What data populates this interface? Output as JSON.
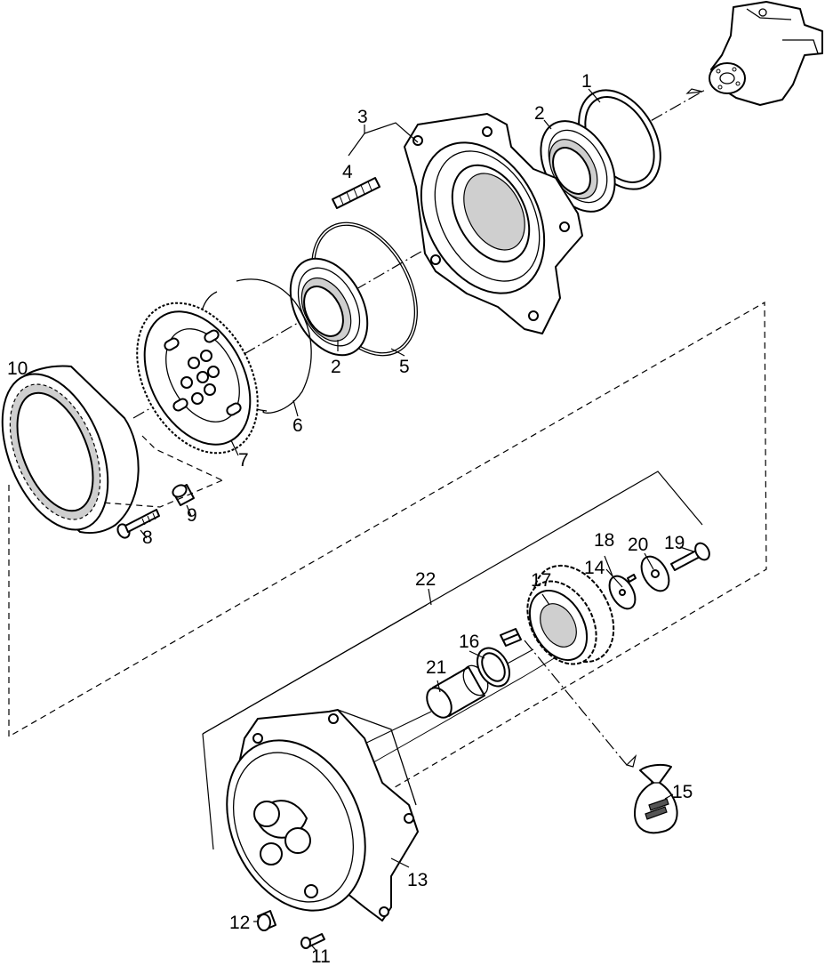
{
  "diagram": {
    "callouts": [
      {
        "id": "c1",
        "text": "1"
      },
      {
        "id": "c2a",
        "text": "2"
      },
      {
        "id": "c3",
        "text": "3"
      },
      {
        "id": "c4",
        "text": "4"
      },
      {
        "id": "c2b",
        "text": "2"
      },
      {
        "id": "c5",
        "text": "5"
      },
      {
        "id": "c6",
        "text": "6"
      },
      {
        "id": "c7",
        "text": "7"
      },
      {
        "id": "c8",
        "text": "8"
      },
      {
        "id": "c9",
        "text": "9"
      },
      {
        "id": "c10",
        "text": "10"
      },
      {
        "id": "c11",
        "text": "11"
      },
      {
        "id": "c12",
        "text": "12"
      },
      {
        "id": "c13",
        "text": "13"
      },
      {
        "id": "c14",
        "text": "14"
      },
      {
        "id": "c15",
        "text": "15"
      },
      {
        "id": "c16",
        "text": "16"
      },
      {
        "id": "c17",
        "text": "17"
      },
      {
        "id": "c18",
        "text": "18"
      },
      {
        "id": "c19",
        "text": "19"
      },
      {
        "id": "c20",
        "text": "20"
      },
      {
        "id": "c21",
        "text": "21"
      },
      {
        "id": "c22",
        "text": "22"
      }
    ]
  }
}
